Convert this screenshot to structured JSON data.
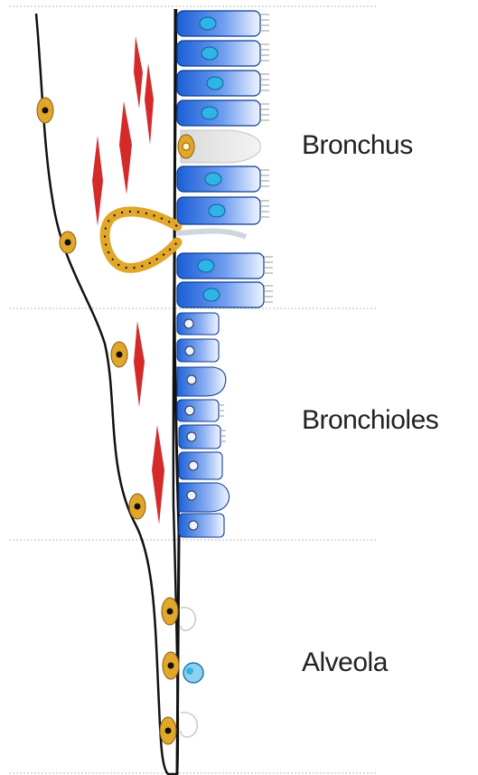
{
  "labels": {
    "bronchus": "Bronchus",
    "bronchioles": "Bronchioles",
    "alveola": "Alveola"
  },
  "colors": {
    "epithelium_dark": "#1a5fd6",
    "epithelium_light": "#e8f0ff",
    "nucleus": "#2fb4e6",
    "smooth_muscle": "#d42a2a",
    "fibroblast": "#e0a72a",
    "outline": "#111111",
    "divider": "#bdbdbd"
  }
}
